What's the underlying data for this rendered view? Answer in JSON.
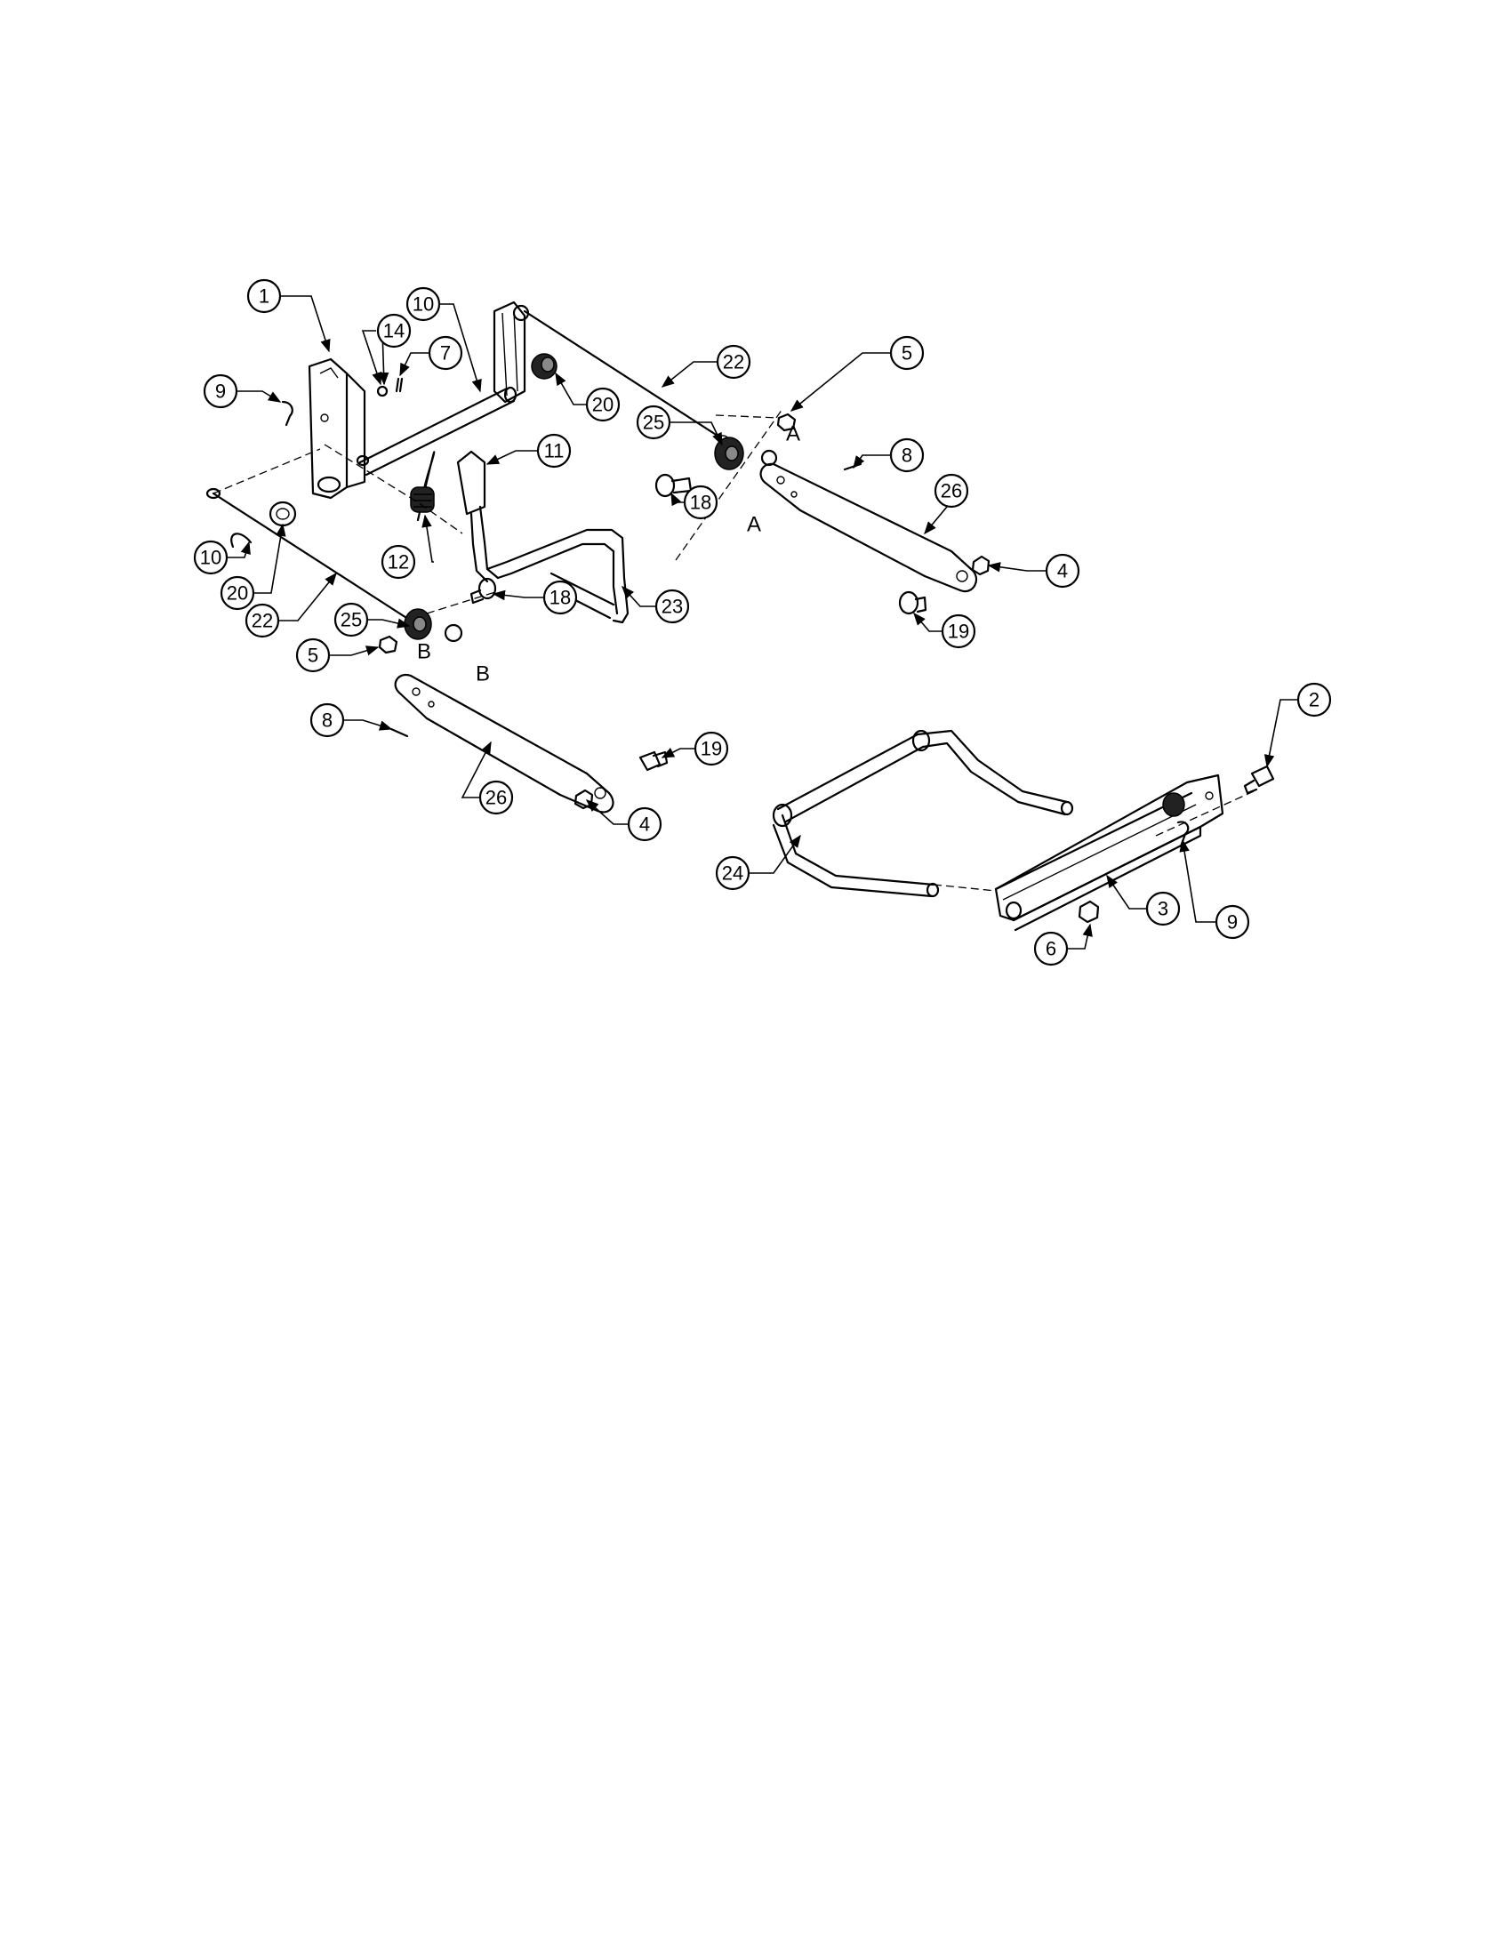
{
  "callouts": [
    "1",
    "10",
    "14",
    "7",
    "9",
    "20",
    "22",
    "5",
    "25",
    "11",
    "8",
    "18",
    "26",
    "12",
    "10",
    "20",
    "22",
    "23",
    "4",
    "25",
    "18",
    "5",
    "19",
    "8",
    "19",
    "26",
    "4",
    "2",
    "24",
    "9",
    "3",
    "6"
  ],
  "ref_letters": [
    "A",
    "A",
    "B",
    "B"
  ]
}
